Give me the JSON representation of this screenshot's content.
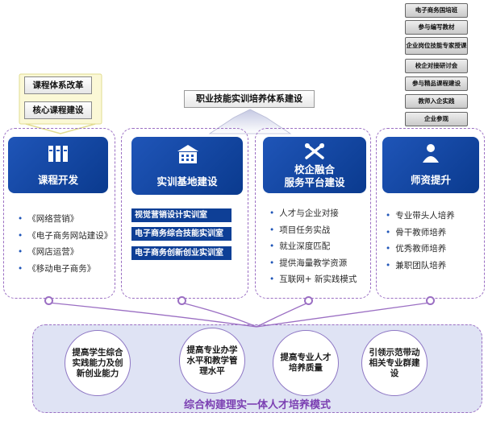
{
  "right_stack": [
    "电子商务国培班",
    "参与编写教材",
    "企业岗位技能专家授课",
    "校企对接研讨会",
    "参与精品课程建设",
    "教师入企实践",
    "企业参观"
  ],
  "reform": {
    "top": "课程体系改革",
    "bottom": "核心课程建设"
  },
  "top_title": "职业技能实训培养体系建设",
  "cards": [
    {
      "title": "课程开发",
      "icon": "books-icon",
      "items": [
        "《网络营销》",
        "《电子商务网站建设》",
        "《网店运营》",
        "《移动电子商务》"
      ]
    },
    {
      "title": "实训基地建设",
      "icon": "building-icon",
      "bars": [
        "视觉营销设计实训室",
        "电子商务综合技能实训室",
        "电子商务创新创业实训室"
      ]
    },
    {
      "title_line1": "校企融合",
      "title_line2": "服务平台建设",
      "icon": "tools-icon",
      "items": [
        "人才与企业对接",
        "项目任务实战",
        "就业深度匹配",
        "提供海量教学资源",
        "互联网+ 新实践模式"
      ]
    },
    {
      "title": "师资提升",
      "icon": "teacher-icon",
      "items": [
        "专业带头人培养",
        "骨干教师培养",
        "优秀教师培养",
        "兼职团队培养"
      ]
    }
  ],
  "circles": [
    "提高学生综合实践能力及创新创业能力",
    "提高专业办学水平和教学管理水平",
    "提高专业人才培养质量",
    "引领示范带动相关专业群建设"
  ],
  "bottom_title": "综合构建理实一体人才培养模式",
  "colors": {
    "accent_blue": "#0e3f96",
    "purple": "#9b6fc3",
    "platform_bg": "#dfe3f4"
  }
}
